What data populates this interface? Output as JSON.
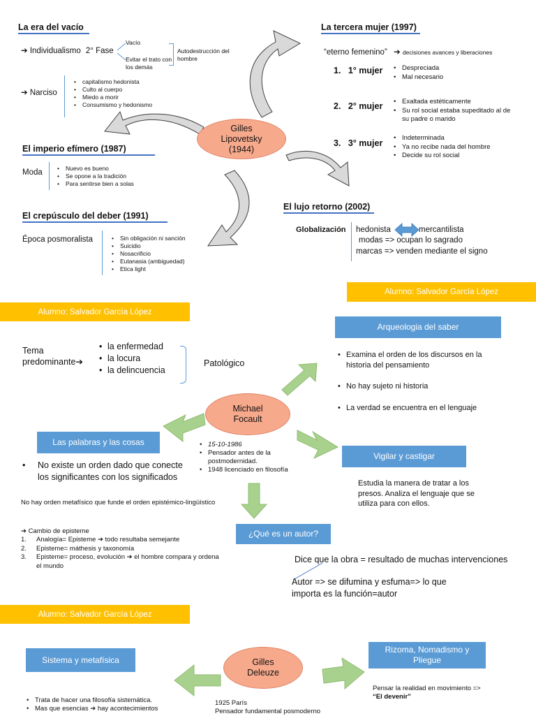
{
  "lipovetsky": {
    "center": "Gilles Lipovetsky (1944)",
    "era_vacio": {
      "title": "La era del vacío",
      "individualismo_label": "Individualismo",
      "fase": "2° Fase",
      "fase_items": [
        "Vacío",
        "Evitar el trato con los demás"
      ],
      "fase_result": "Autodestrucción del hombre",
      "narciso_label": "Narciso",
      "narciso_items": [
        "capitalismo hedonista",
        "Culto al cuerpo",
        "Miedo a morir",
        "Consumismo y hedonismo"
      ]
    },
    "imperio": {
      "title": "El imperio efímero (1987)",
      "label": "Moda",
      "items": [
        "Nuevo es bueno",
        "Se opone a la tradición",
        "Para sentirse bien a solas"
      ]
    },
    "crepusculo": {
      "title": "El crepúsculo del deber (1991)",
      "label": "Época posmoralista",
      "items": [
        "Sin obligación ni sanción",
        "Suicidio",
        "Nosacrificio",
        "Eutanasia (ambiguedad)",
        "Etica light"
      ]
    },
    "tercera": {
      "title": "La tercera mujer (1997)",
      "eterno": "“eterno femenino”",
      "eterno_result": "decisiones avances y liberaciones",
      "mujeres": [
        {
          "num": "1.",
          "label": "1° mujer",
          "items": [
            "Despreciada",
            "Mal necesario"
          ]
        },
        {
          "num": "2.",
          "label": "2° mujer",
          "items": [
            "Exaltada estéticamente",
            "Su rol social estaba supeditado al de su padre o marido"
          ]
        },
        {
          "num": "3.",
          "label": "3° mujer",
          "items": [
            "Indeterminada",
            "Ya no recibe nada del hombre",
            "Decide su rol social"
          ]
        }
      ]
    },
    "lujo": {
      "title": "El lujo retorno (2002)",
      "label": "Globalización",
      "hedonista": "hedonista",
      "mercantilista": "mercantilista",
      "line2": "modas => ocupan lo sagrado",
      "line3": "marcas => venden mediante el signo"
    },
    "alumno": "Alumno: Salvador García López"
  },
  "foucault": {
    "alumno": "Alumno: Salvador García López",
    "center": "Michael Focault",
    "tema_label": "Tema predominante",
    "tema_items": [
      "la enfermedad",
      "la locura",
      "la delincuencia"
    ],
    "tema_result": "Patológico",
    "bio": [
      "15-10-1986",
      "Pensador antes de la postmodernidad.",
      "1948 licenciado en filosofía"
    ],
    "arqueologia": {
      "title": "Arqueologia del saber",
      "items": [
        "Examina el orden de los discursos en la historia del pensamiento",
        "No hay sujeto ni historia",
        "La verdad se encuentra en el lenguaje"
      ]
    },
    "vigilar": {
      "title": "Vigilar y castigar",
      "text": "Estudia la manera de tratar a los presos. Analiza el lenguaje que se utiliza para con ellos."
    },
    "palabras": {
      "title": "Las palabras y las cosas",
      "bullet": "No existe un orden dado que conecte los significantes con los significados",
      "note": "No hay orden metafísico que funde el orden epistémico-lingüístico",
      "cambio": "Cambio de episteme",
      "list": [
        {
          "num": "1.",
          "text": "Analogía= Episteme",
          "tail": "todo resultaba semejante"
        },
        {
          "num": "2.",
          "text": "Episteme= máthesis y taxonomía",
          "tail": ""
        },
        {
          "num": "3.",
          "text": "Episteme= proceso, evolución",
          "tail": "el hombre compara y ordena el mundo"
        }
      ]
    },
    "autor": {
      "title": "¿Qué es un autor?",
      "line1": "Dice que la obra = resultado de muchas intervenciones",
      "line2": "Autor => se difumina y esfuma=> lo que importa es la función=autor"
    }
  },
  "deleuze": {
    "alumno": "Alumno: Salvador García López",
    "center": "Gilles Deleuze",
    "sistema": {
      "title": "Sistema y metafísica",
      "items": [
        "Trata de hacer una filosofía sistemática.",
        "Mas que esencias"
      ],
      "tail": "hay acontecimientos"
    },
    "bio": [
      "1925 París",
      "Pensador fundamental posmoderno"
    ],
    "rizoma": {
      "title": "Rizoma, Nomadismo y Pliegue",
      "line1": "Pensar la realidad en movimiento =>",
      "line2": "“El devenir”"
    }
  },
  "colors": {
    "box_blue": "#5b9bd5",
    "ellipse": "#f7a98c",
    "arrow_green": "#a9d18e",
    "banner": "#ffc000"
  }
}
